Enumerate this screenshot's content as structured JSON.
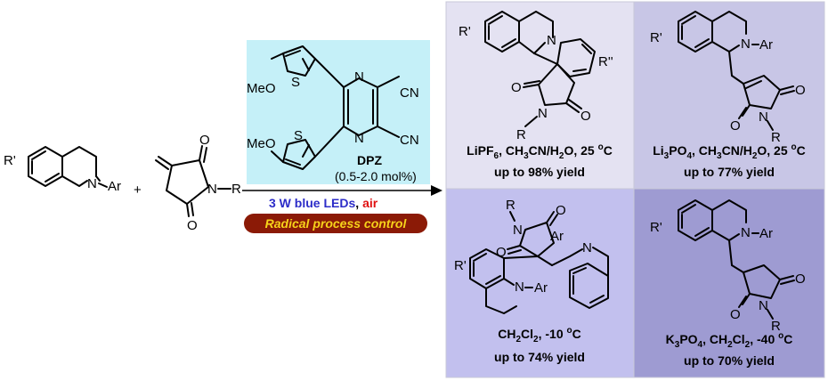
{
  "reactants": {
    "thiq": {
      "r_label": "R'",
      "n_label": "N",
      "ar_label": "Ar"
    },
    "plus": "+",
    "maleimide": {
      "o_top": "O",
      "o_bottom": "O",
      "n_label": "N",
      "r_label": "R"
    }
  },
  "catalyst": {
    "name": "DPZ",
    "loading": "(0.5-2.0 mol%)",
    "meo_top": "MeO",
    "meo_bottom": "MeO",
    "s_top": "S",
    "s_bottom": "S",
    "n_top": "N",
    "n_bottom": "N",
    "cn_top": "CN",
    "cn_bottom": "CN"
  },
  "arrow": {
    "light_text": "3 W blue LEDs",
    "sep": ",",
    "air_text": "air",
    "badge": "Radical process control"
  },
  "panels": [
    {
      "id": "p1",
      "labels": {
        "r1": "R'",
        "n": "N",
        "r2": "R''",
        "o1": "O",
        "o2": "O",
        "n2": "N",
        "r": "R"
      },
      "condition": [
        "LiPF",
        "6",
        ", CH",
        "3",
        "CN/H",
        "2",
        "O, 25 ",
        "o",
        "C"
      ],
      "yield": "up to 98% yield"
    },
    {
      "id": "p2",
      "labels": {
        "r1": "R'",
        "n": "N",
        "ar": "Ar",
        "o1": "O",
        "o2": "O",
        "n2": "N",
        "r": "R"
      },
      "condition": [
        "Li",
        "3",
        "PO",
        "4",
        ", CH",
        "3",
        "CN/H",
        "2",
        "O, 25 ",
        "o",
        "C"
      ],
      "yield": "up to 77% yield"
    },
    {
      "id": "p3",
      "labels": {
        "r": "R",
        "n_top": "N",
        "o1": "O",
        "o2": "O",
        "ar_top": "Ar",
        "n_right": "N",
        "r1": "R'",
        "n_left": "N",
        "ar_left": "Ar"
      },
      "condition": [
        "CH",
        "2",
        "Cl",
        "2",
        ", -10 ",
        "o",
        "C"
      ],
      "yield": "up to 74% yield"
    },
    {
      "id": "p4",
      "labels": {
        "r1": "R'",
        "n": "N",
        "ar": "Ar",
        "o1": "O",
        "o2": "O",
        "n2": "N",
        "r": "R"
      },
      "condition": [
        "K",
        "3",
        "PO",
        "4",
        ", CH",
        "2",
        "Cl",
        "2",
        ", -40 ",
        "o",
        "C"
      ],
      "yield": "up to 70% yield"
    }
  ],
  "colors": {
    "catalyst_box": "#c5f0f8",
    "panel1": "#e4e2f2",
    "panel2": "#c8c6e6",
    "panel3": "#c2c0ee",
    "panel4": "#9e9bd2",
    "light_text": "#2c2cc8",
    "air_text": "#e01010",
    "badge_fill": "#8b1a06",
    "badge_text": "#f6d21a"
  }
}
